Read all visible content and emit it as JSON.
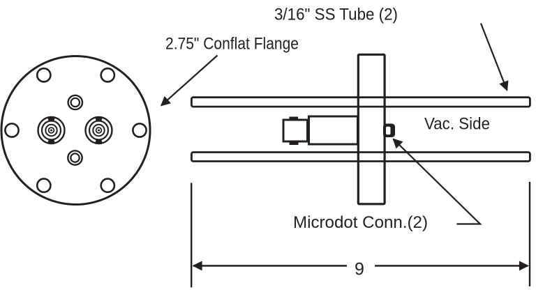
{
  "drawing": {
    "type": "technical-diagram",
    "subject": "Dual microdot vacuum feedthrough on conflat flange",
    "colors": {
      "ink": "#231f20",
      "paper": "#ffffff"
    },
    "labels": {
      "tube_label": "3/16\" SS Tube (2)",
      "flange_label": "2.75\" Conflat Flange",
      "vac_side_label": "Vac. Side",
      "microdot_label": "Microdot Conn.(2)",
      "dimension_value": "9"
    }
  }
}
